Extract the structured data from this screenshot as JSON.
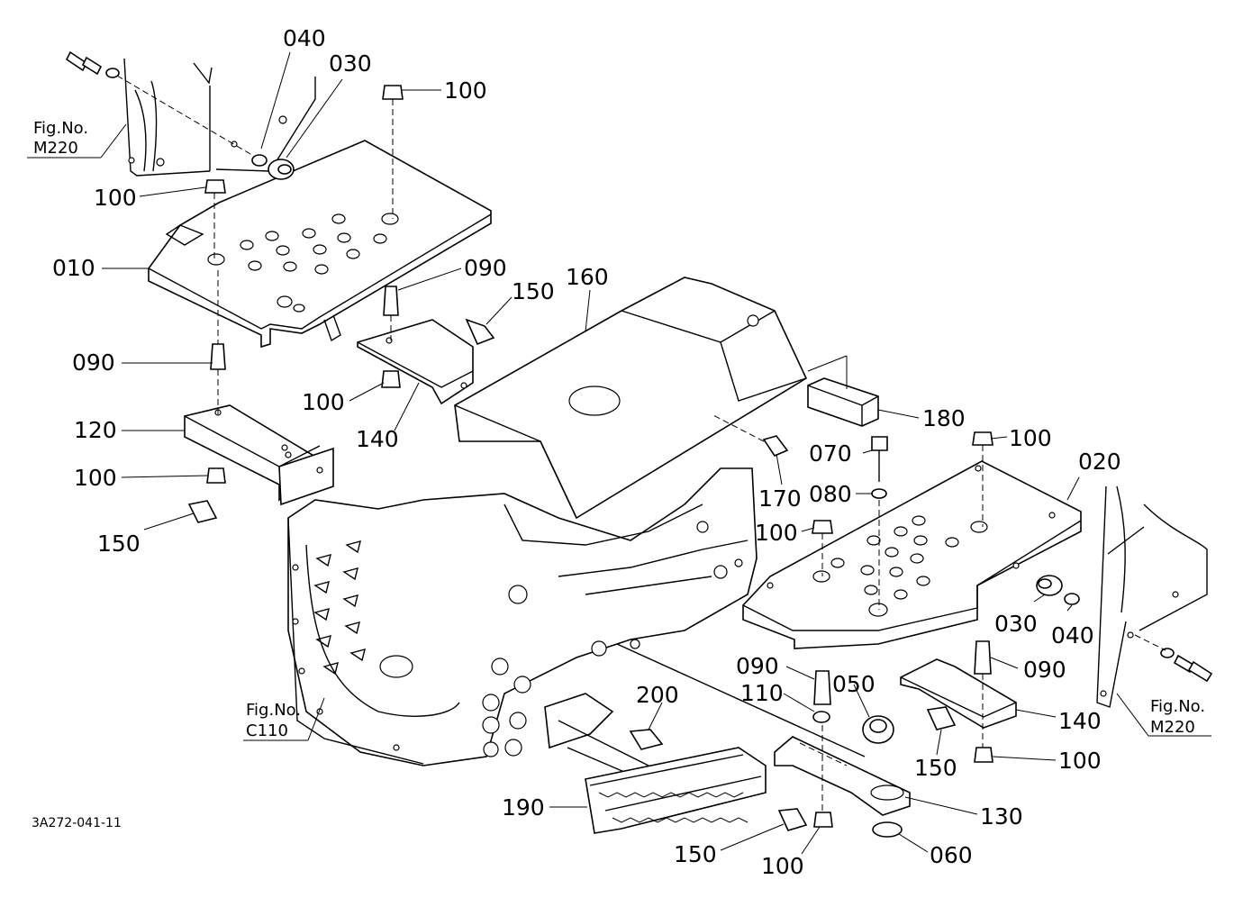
{
  "diagram": {
    "callouts": {
      "c040_top": "040",
      "c030_top": "030",
      "c100_a": "100",
      "c100_b": "100",
      "c010": "010",
      "c090_a": "090",
      "c150_a": "150",
      "c160": "160",
      "c090_b": "090",
      "c120": "120",
      "c100_c": "100",
      "c140_a": "140",
      "c100_d": "100",
      "c150_b": "150",
      "c180": "180",
      "c100_e": "100",
      "c070": "070",
      "c020": "020",
      "c170": "170",
      "c080": "080",
      "c100_f": "100",
      "c030_b": "030",
      "c040_b": "040",
      "c090_c": "090",
      "c050": "050",
      "c090_d": "090",
      "c110": "110",
      "c200": "200",
      "c140_b": "140",
      "c150_c": "150",
      "c100_g": "100",
      "c190": "190",
      "c130": "130",
      "c150_d": "150",
      "c100_h": "100",
      "c060": "060"
    },
    "fig_refs": {
      "ref_left_label": "Fig.No.",
      "ref_left_code": "M220",
      "ref_c110_label": "Fig.No.",
      "ref_c110_code": "C110",
      "ref_right_label": "Fig.No.",
      "ref_right_code": "M220"
    },
    "drawing_code": "3A272-041-11"
  }
}
